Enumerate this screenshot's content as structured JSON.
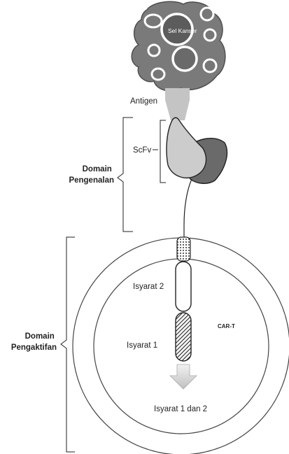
{
  "labels": {
    "cancer_cell": "Sel Kanser",
    "antigen": "Antigen",
    "scfv": "ScFv",
    "recognition_domain_line1": "Domain",
    "recognition_domain_line2": "Pengenalan",
    "signal_2": "Isyarat 2",
    "signal_1": "Isyarat 1",
    "car_t": "CAR-T",
    "activation_domain_line1": "Domain",
    "activation_domain_line2": "Pengaktifan",
    "combined_signal": "Isyarat 1 dan 2"
  },
  "colors": {
    "cancer_cell": "#7a7a7a",
    "antigen": "#b8b8b8",
    "scfv_light": "#c8c8c8",
    "scfv_dark": "#6a6a6a",
    "outline": "#222222",
    "arrow": "#d8d8d8"
  }
}
